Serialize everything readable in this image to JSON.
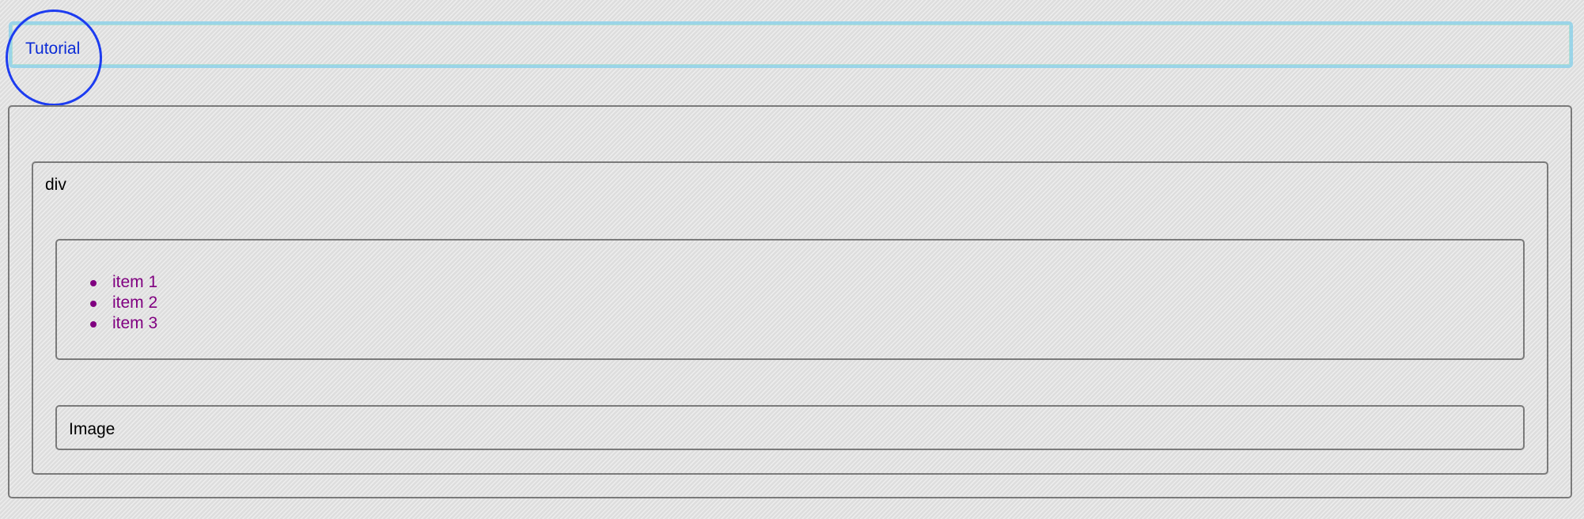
{
  "header": {
    "link_label": "Tutorial"
  },
  "main": {
    "div_label": "div",
    "list": {
      "items": [
        "item 1",
        "item 2",
        "item 3"
      ]
    },
    "image_label": "Image"
  },
  "colors": {
    "background": "#e4e4e4",
    "link": "#0b2bd6",
    "visited_link": "#800080",
    "header_border": "#9ad4e8",
    "box_border": "#7a7a7a",
    "highlight_circle": "#1d3cf0"
  }
}
